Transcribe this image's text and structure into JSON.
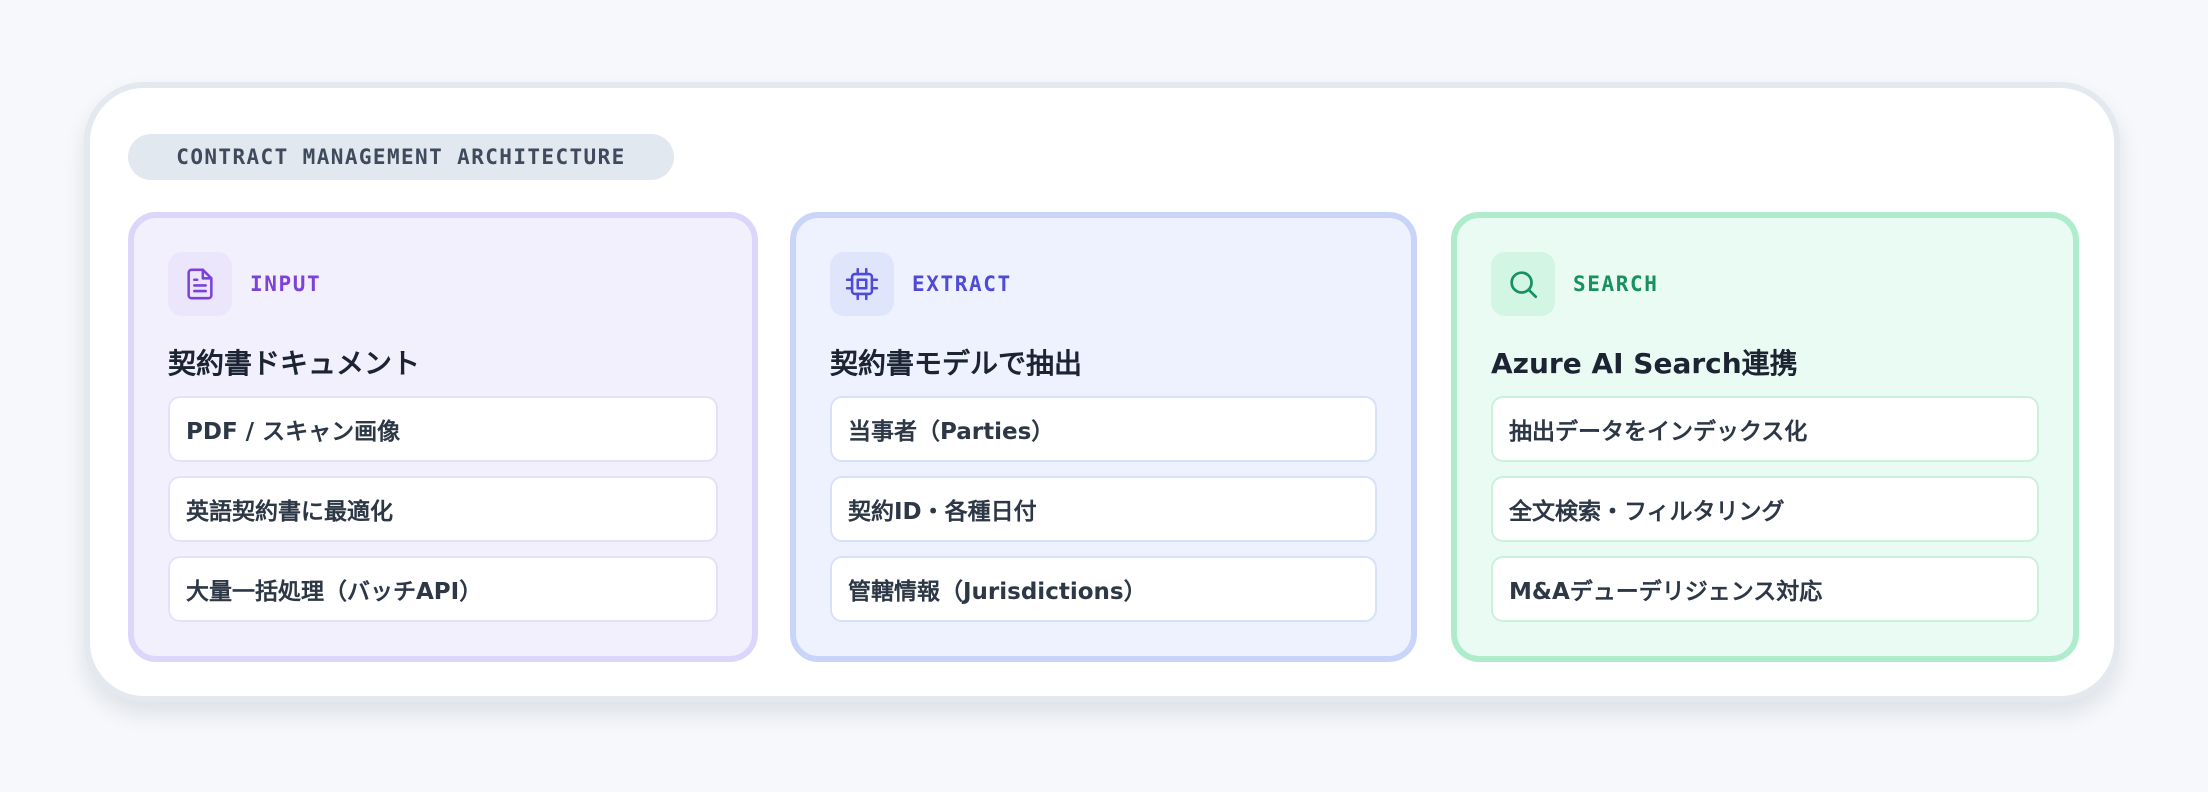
{
  "header": {
    "label": "CONTRACT MANAGEMENT ARCHITECTURE"
  },
  "stages": [
    {
      "label": "INPUT",
      "icon": "document-icon",
      "accent": "#7b43d8",
      "title": "契約書ドキュメント",
      "items": [
        "PDF / スキャン画像",
        "英語契約書に最適化",
        "大量一括処理（バッチAPI）"
      ]
    },
    {
      "label": "EXTRACT",
      "icon": "cpu-chip-icon",
      "accent": "#4f4bd4",
      "title": "契約書モデルで抽出",
      "items": [
        "当事者（Parties）",
        "契約ID・各種日付",
        "管轄情報（Jurisdictions）"
      ]
    },
    {
      "label": "SEARCH",
      "icon": "search-icon",
      "accent": "#17915f",
      "title": "Azure AI Search連携",
      "items": [
        "抽出データをインデックス化",
        "全文検索・フィルタリング",
        "M&Aデューデリジェンス対応"
      ]
    }
  ]
}
